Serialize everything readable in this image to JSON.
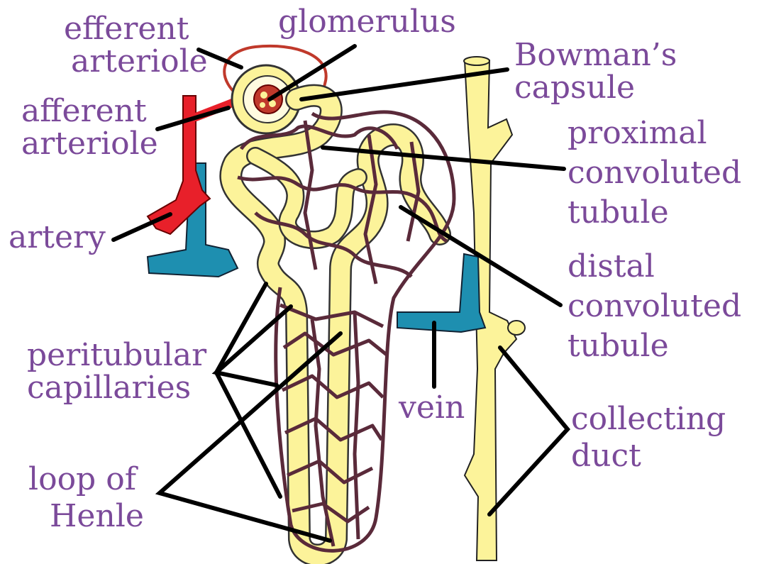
{
  "labels": {
    "efferent_arteriole": [
      "efferent",
      "arteriole"
    ],
    "afferent_arteriole": [
      "afferent",
      "arteriole"
    ],
    "glomerulus": "glomerulus",
    "bowmans_capsule": [
      "Bowman’s",
      "capsule"
    ],
    "proximal_convoluted_tubule": [
      "proximal",
      "convoluted",
      "tubule"
    ],
    "artery": "artery",
    "distal_convoluted_tubule": [
      "distal",
      "convoluted",
      "tubule"
    ],
    "peritubular_capillaries": [
      "peritubular",
      "capillaries"
    ],
    "vein": "vein",
    "collecting_duct": [
      "collecting",
      "duct"
    ],
    "loop_of_henle": [
      "loop of",
      "Henle"
    ]
  },
  "colors": {
    "label_text": "#7b4a9a",
    "leader_line": "#000000",
    "tubule": "#fcf39a",
    "capillary": "#5a2a3a",
    "artery": "#e8202a",
    "vein": "#1e8fb0",
    "glomerulus": "#c0392b"
  }
}
